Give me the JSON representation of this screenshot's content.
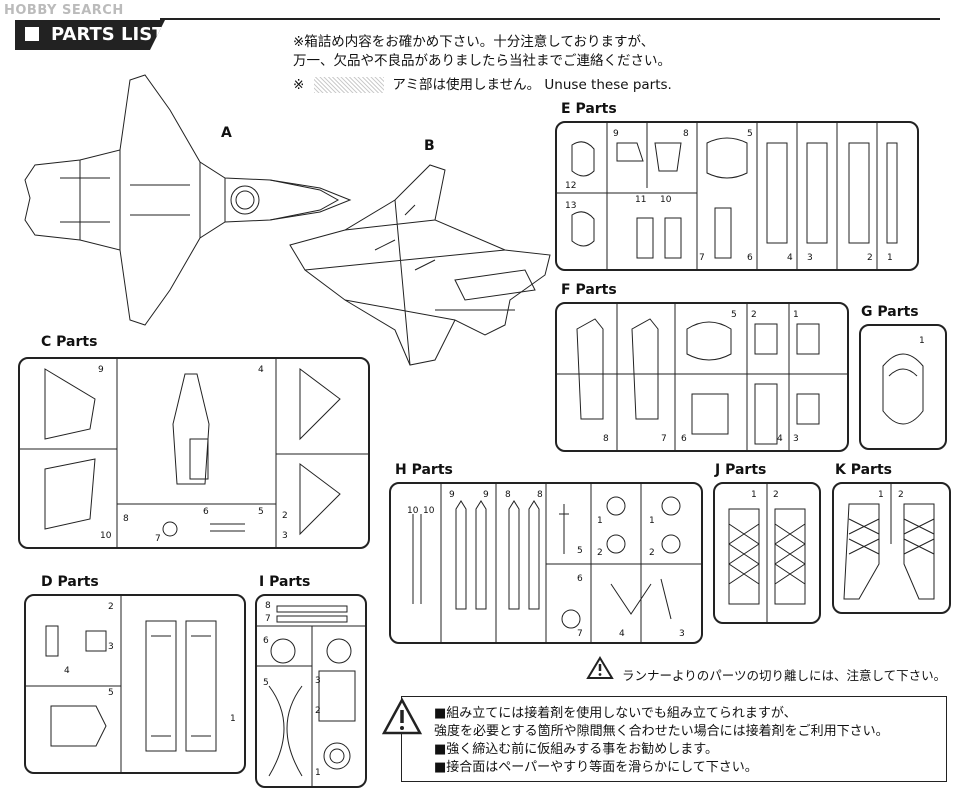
{
  "watermark": {
    "brand": "HOBBY SEARCH"
  },
  "header": {
    "title": "PARTS LIST"
  },
  "notes": {
    "line1": "※箱詰め内容をお確かめ下さい。十分注意しておりますが、",
    "line2": "万一、欠品や不良品がありましたら当社までご連絡ください。",
    "mesh_mark": "※",
    "mesh_text": "アミ部は使用しません。 Unuse these parts."
  },
  "aircraft": {
    "a_label": "A",
    "b_label": "B"
  },
  "parts": {
    "C": {
      "label": "C Parts",
      "numbers": [
        "9",
        "4",
        "8",
        "10",
        "7",
        "6",
        "5",
        "2",
        "3"
      ]
    },
    "D": {
      "label": "D Parts",
      "numbers": [
        "2",
        "3",
        "4",
        "5",
        "1"
      ]
    },
    "E": {
      "label": "E Parts",
      "numbers": [
        "9",
        "8",
        "5",
        "12",
        "13",
        "11",
        "10",
        "7",
        "6",
        "4",
        "3",
        "2",
        "1"
      ]
    },
    "F": {
      "label": "F Parts",
      "numbers": [
        "5",
        "2",
        "1",
        "8",
        "7",
        "6",
        "4",
        "3"
      ]
    },
    "G": {
      "label": "G Parts",
      "numbers": [
        "1"
      ]
    },
    "H": {
      "label": "H Parts",
      "numbers": [
        "10",
        "10",
        "9",
        "9",
        "8",
        "8",
        "5",
        "1",
        "2",
        "1",
        "2",
        "6",
        "7",
        "4",
        "3"
      ]
    },
    "I": {
      "label": "I Parts",
      "numbers": [
        "8",
        "7",
        "6",
        "3",
        "5",
        "2",
        "1"
      ]
    },
    "J": {
      "label": "J Parts",
      "numbers": [
        "1",
        "2"
      ]
    },
    "K": {
      "label": "K Parts",
      "numbers": [
        "1",
        "2"
      ]
    }
  },
  "caution": {
    "text": "ランナーよりのパーツの切り離しには、注意して下さい。"
  },
  "warning": {
    "l1": "■組み立てには接着剤を使用しないでも組み立てられますが、",
    "l2": "強度を必要とする箇所や隙間無く合わせたい場合には接着剤をご利用下さい。",
    "l3": "■強く締込む前に仮組みする事をお勧めします。",
    "l4": "■接合面はペーパーやすり等面を滑らかにして下さい。"
  }
}
